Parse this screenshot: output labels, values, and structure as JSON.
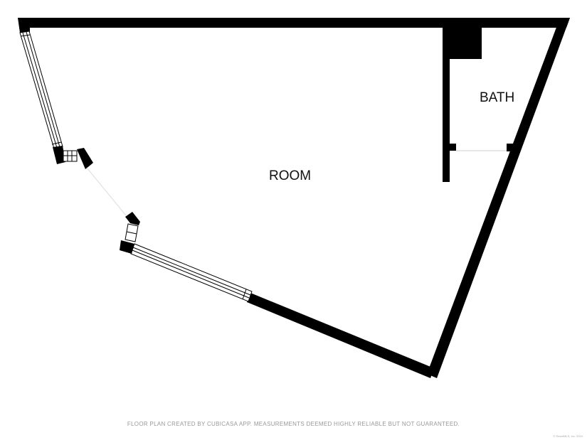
{
  "rooms": {
    "room": "ROOM",
    "bath": "BATH"
  },
  "footer": "FLOOR PLAN CREATED BY CUBICASA APP. MEASUREMENTS DEEMED HIGHLY RELIABLE BUT NOT GUARANTEED.",
  "copyright": "© SmartMLS, Inc. 2024"
}
